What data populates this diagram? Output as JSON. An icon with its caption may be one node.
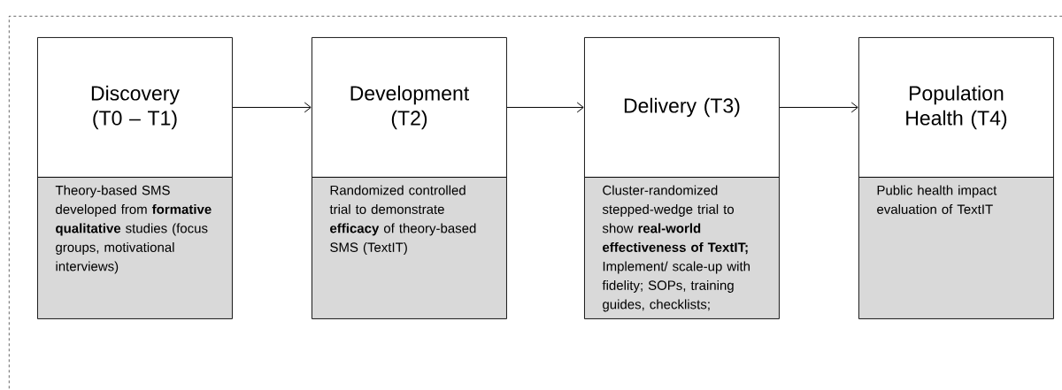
{
  "diagram": {
    "nodes": [
      {
        "text": [],
        "shape": "box"
      },
      {
        "text": [
          "Discovery (T0 – T1)",
          "Theory-based SMS developed from **formative qualitative** studies (focus groups, motivational interviews)"
        ],
        "in": 0
      },
      {
        "text": [
          "Development (T2)",
          "Randomized controlled trial to demonstrate **efficacy** of theory-based SMS (TextIT)"
        ],
        "in": 0
      },
      {
        "text": [
          "Delivery (T3)",
          "Cluster-randomized stepped-wedge trial to show **real-world effectiveness of TextIT;** Implement/ scale-up with fidelity; SOPs, training guides, checklists;"
        ],
        "in": 0
      },
      {
        "text": [
          "Population Health (T4)",
          "Public health impact evaluation of TextIT"
        ],
        "in": 0
      }
    ],
    "edges": [
      {
        "from": 1,
        "to": 2,
        "arrow": "to"
      },
      {
        "from": 2,
        "to": 3,
        "arrow": "to"
      },
      {
        "from": 3,
        "to": 4,
        "arrow": "to"
      }
    ]
  }
}
